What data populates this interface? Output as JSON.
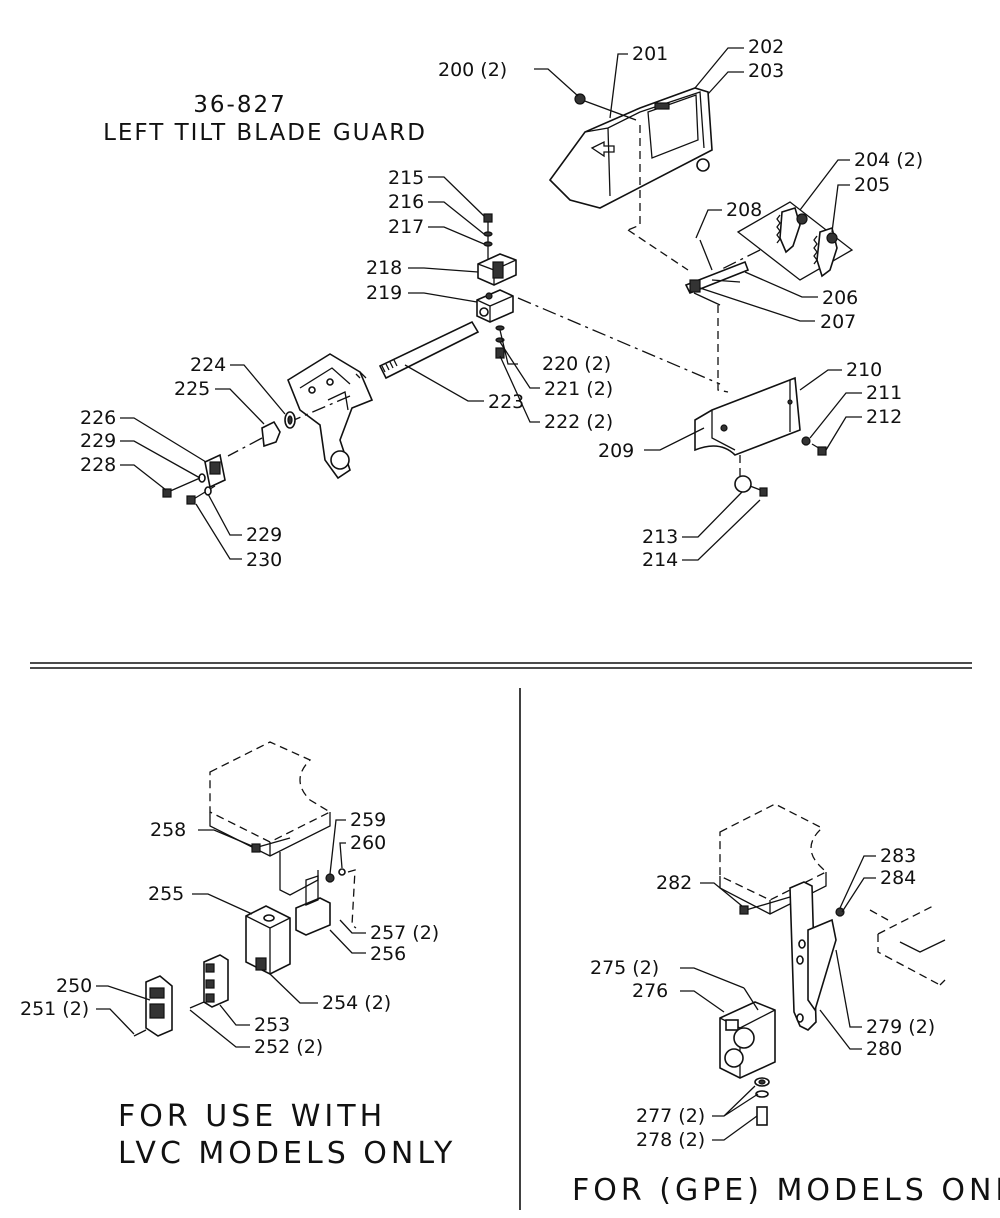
{
  "title": {
    "model": "36-827",
    "name": "LEFT TILT BLADE GUARD"
  },
  "captions": {
    "lvc": [
      "FOR USE WITH",
      "LVC MODELS ONLY"
    ],
    "gpe": "FOR (GPE) MODELS ONLY"
  },
  "labels": [
    "200 (2)",
    "201",
    "202",
    "203",
    "204 (2)",
    "205",
    "206",
    "207",
    "208",
    "209",
    "210",
    "211",
    "212",
    "213",
    "214",
    "215",
    "216",
    "217",
    "218",
    "219",
    "220 (2)",
    "221 (2)",
    "222 (2)",
    "223",
    "224",
    "225",
    "226",
    "229",
    "228",
    "229",
    "230",
    "250",
    "251 (2)",
    "252 (2)",
    "253",
    "254 (2)",
    "255",
    "256",
    "257 (2)",
    "258",
    "259",
    "260",
    "275 (2)",
    "276",
    "277 (2)",
    "278 (2)",
    "279 (2)",
    "280",
    "282",
    "283",
    "284"
  ]
}
